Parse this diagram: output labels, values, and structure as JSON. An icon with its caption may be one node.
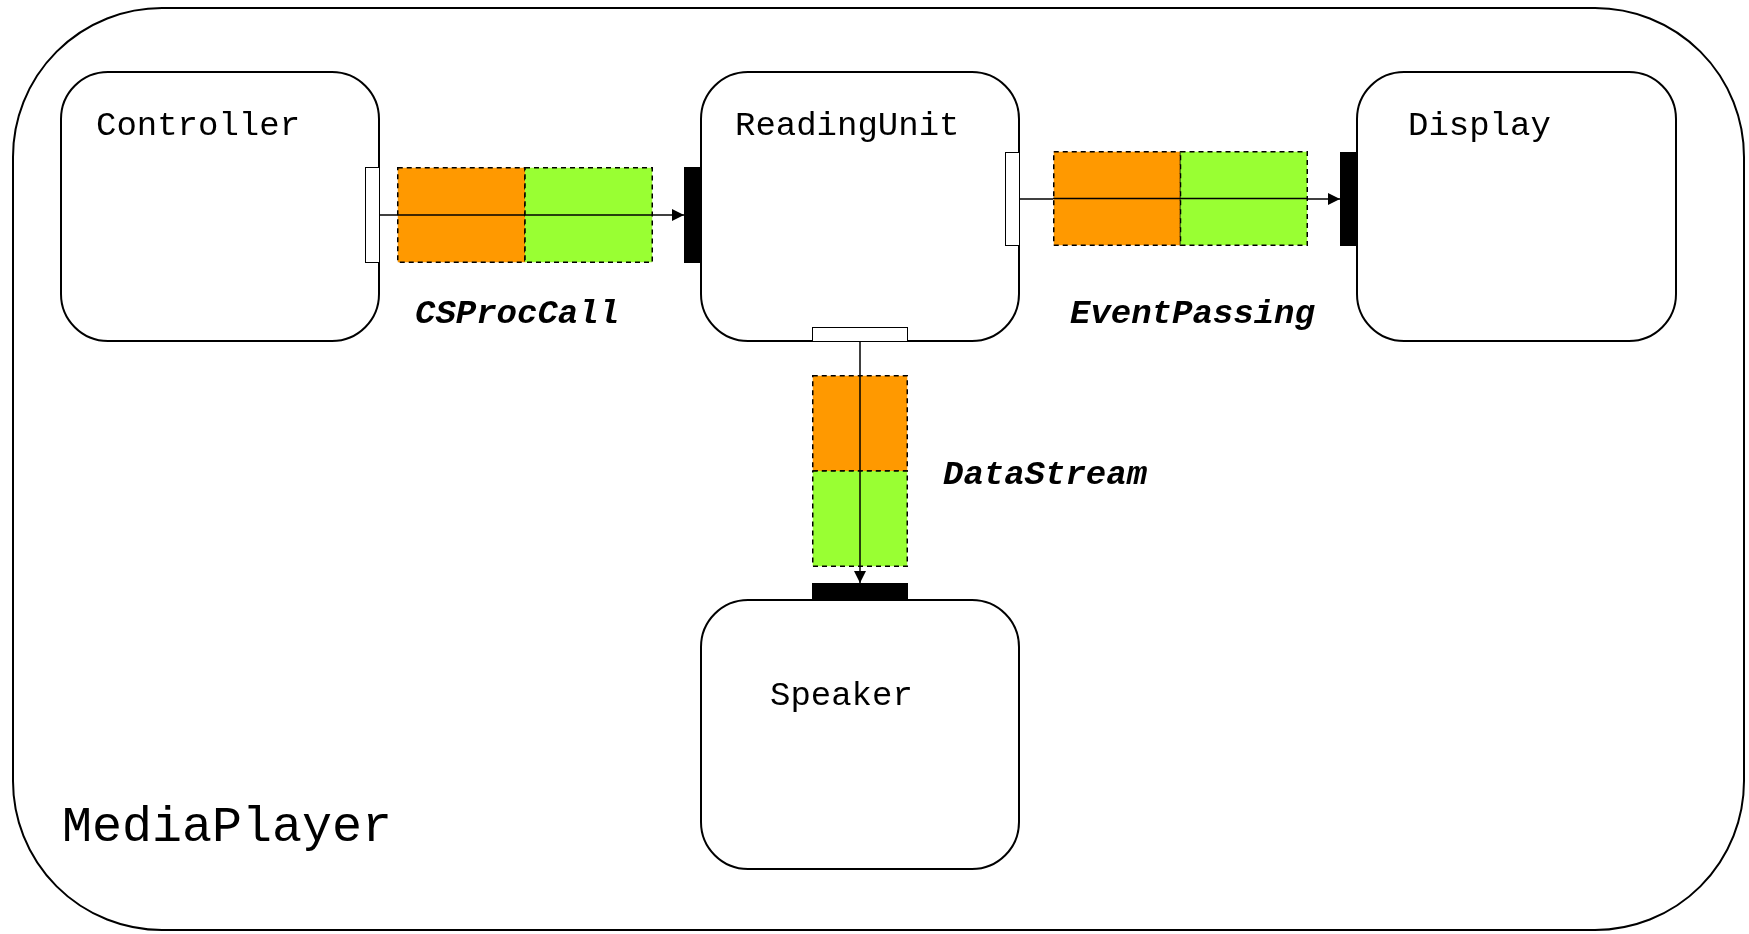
{
  "diagram": {
    "nodes": [
      {
        "text": [
          "MediaPlayer"
        ]
      },
      {
        "text": [
          "Controller"
        ],
        "in": 0
      },
      {
        "text": [
          "ReadingUnit"
        ],
        "in": 0
      },
      {
        "text": [
          "Display"
        ],
        "in": 0
      },
      {
        "text": [
          "Speaker"
        ],
        "in": 0
      },
      {
        "text": [
          "CSProcCall"
        ],
        "in": 0
      },
      {
        "text": [
          "EventPassing"
        ],
        "in": 0
      },
      {
        "text": [
          "DataStream"
        ],
        "in": 0
      },
      {
        "text": [],
        "shape": "bar",
        "in": 1
      },
      {
        "text": [],
        "shape": "bar",
        "in": 0
      },
      {
        "text": [],
        "shape": "bar",
        "in": 2
      },
      {
        "text": [],
        "shape": "bar",
        "in": 0
      },
      {
        "text": [],
        "shape": "bar",
        "in": 2
      },
      {
        "text": [],
        "shape": "bar",
        "in": 0
      }
    ],
    "edges": [
      {
        "from": 8,
        "to": 5,
        "arrow": "none"
      },
      {
        "from": 5,
        "to": 9,
        "arrow": "to"
      },
      {
        "from": 10,
        "to": 6,
        "arrow": "none"
      },
      {
        "from": 6,
        "to": 11,
        "arrow": "to"
      },
      {
        "from": 12,
        "to": 7,
        "arrow": "none"
      },
      {
        "from": 7,
        "to": 13,
        "arrow": "to"
      }
    ]
  }
}
